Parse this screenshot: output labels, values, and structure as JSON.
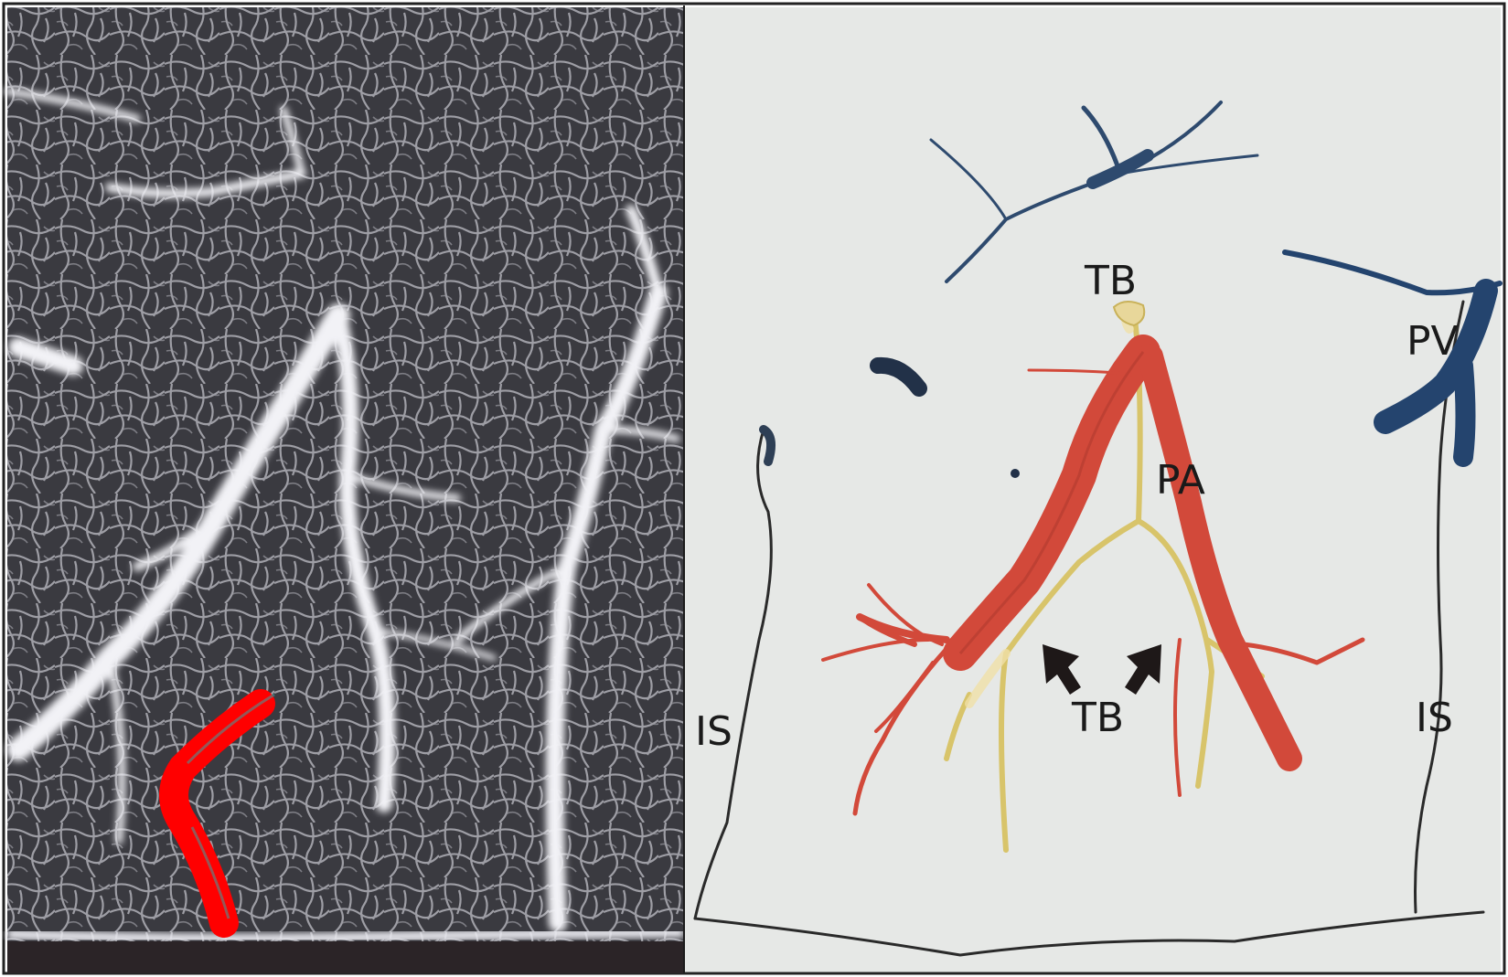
{
  "panels": {
    "left": {
      "highlight_color": "#ff0000"
    },
    "right": {
      "labels": {
        "tb_top": "TB",
        "pv": "PV",
        "pa": "PA",
        "tb_bottom": "TB",
        "is_left": "IS",
        "is_right": "IS"
      },
      "colors": {
        "artery": "#d2493a",
        "bronchus": "#d8c46a",
        "vein": "#2e4a6e",
        "septum": "#2a2a2a",
        "background": "#e6e8e6"
      }
    }
  }
}
